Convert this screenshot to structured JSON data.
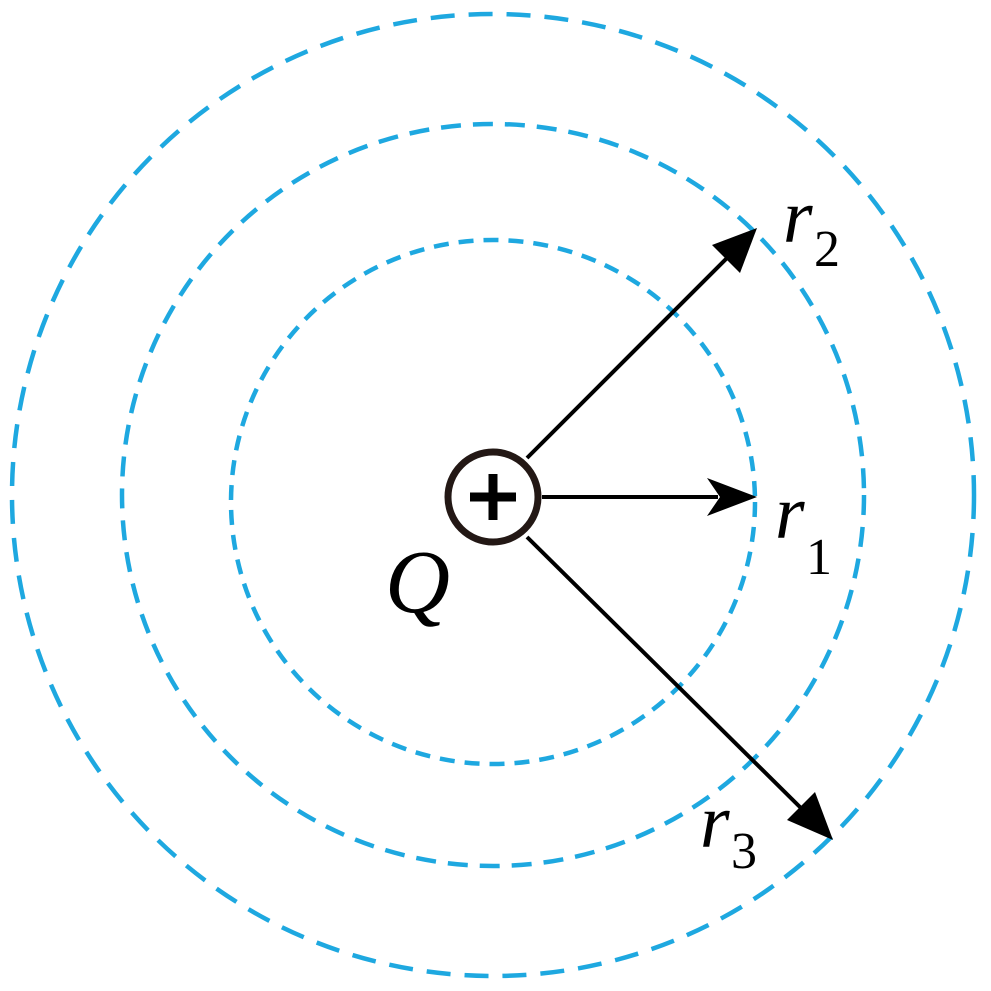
{
  "charge": {
    "label": "Q",
    "sign": "+"
  },
  "radii": [
    {
      "letter": "r",
      "index": "1"
    },
    {
      "letter": "r",
      "index": "2"
    },
    {
      "letter": "r",
      "index": "3"
    }
  ],
  "colors": {
    "ring": "#1ea8e0",
    "ink": "#000000",
    "charge_outline": "#231815"
  }
}
